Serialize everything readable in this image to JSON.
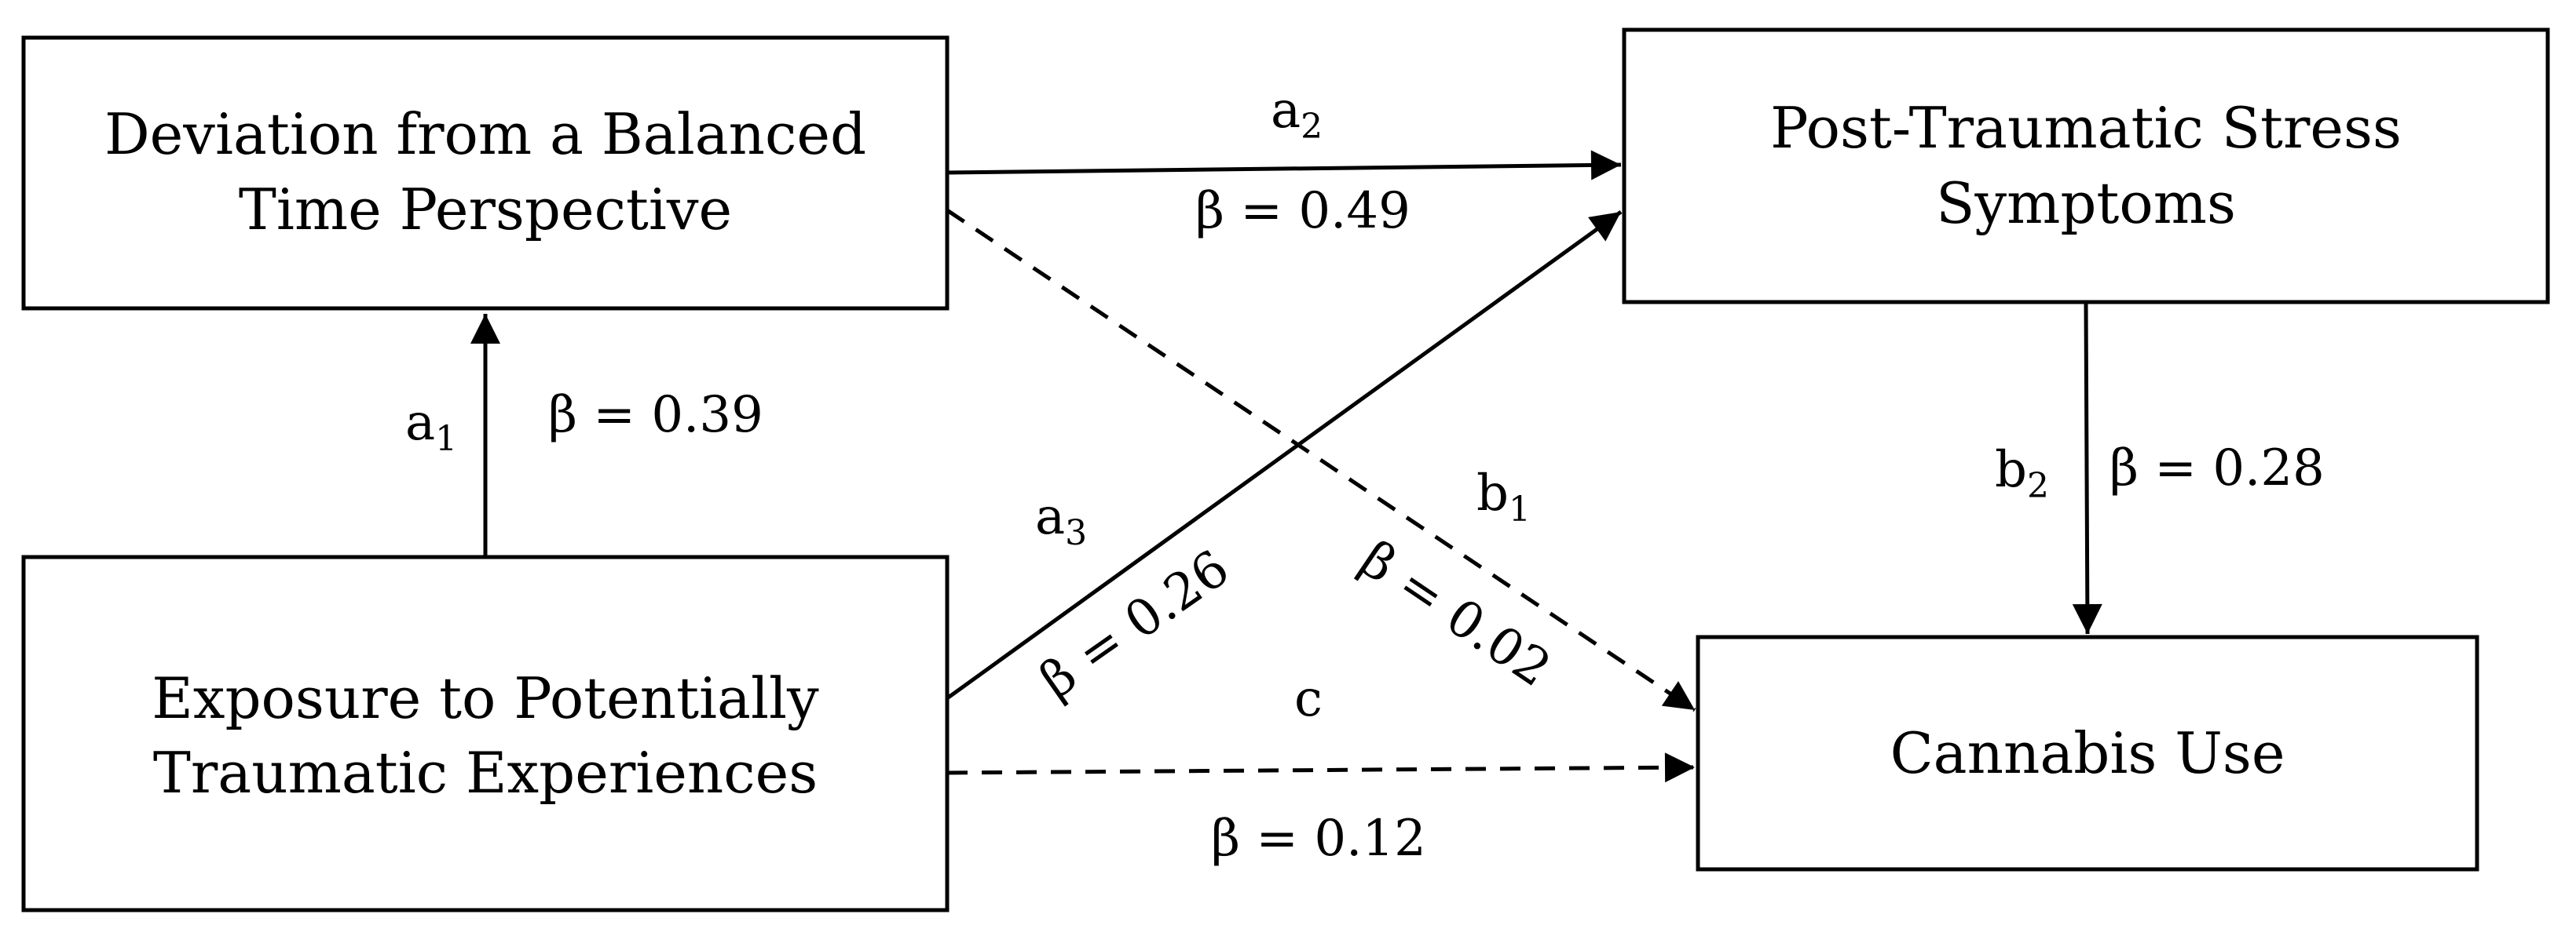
{
  "nodes": {
    "dbtp": {
      "line1": "Deviation from a Balanced",
      "line2": "Time Perspective"
    },
    "ptss": {
      "line1": "Post-Traumatic Stress",
      "line2": "Symptoms"
    },
    "exposure": {
      "line1": "Exposure to Potentially",
      "line2": "Traumatic Experiences"
    },
    "cannabis": {
      "line1": "Cannabis Use"
    }
  },
  "paths": {
    "a1": {
      "letter": "a",
      "sub": "1",
      "beta": "β = 0.39",
      "style": "solid"
    },
    "a2": {
      "letter": "a",
      "sub": "2",
      "beta": "β = 0.49",
      "style": "solid"
    },
    "a3": {
      "letter": "a",
      "sub": "3",
      "beta": "β = 0.26",
      "style": "solid"
    },
    "b1": {
      "letter": "b",
      "sub": "1",
      "beta": "β = 0.02",
      "style": "dashed"
    },
    "b2": {
      "letter": "b",
      "sub": "2",
      "beta": "β = 0.28",
      "style": "solid"
    },
    "c": {
      "letter": "c",
      "beta": "β = 0.12",
      "style": "dashed"
    }
  },
  "colors": {
    "stroke": "#000000",
    "background": "#ffffff"
  }
}
